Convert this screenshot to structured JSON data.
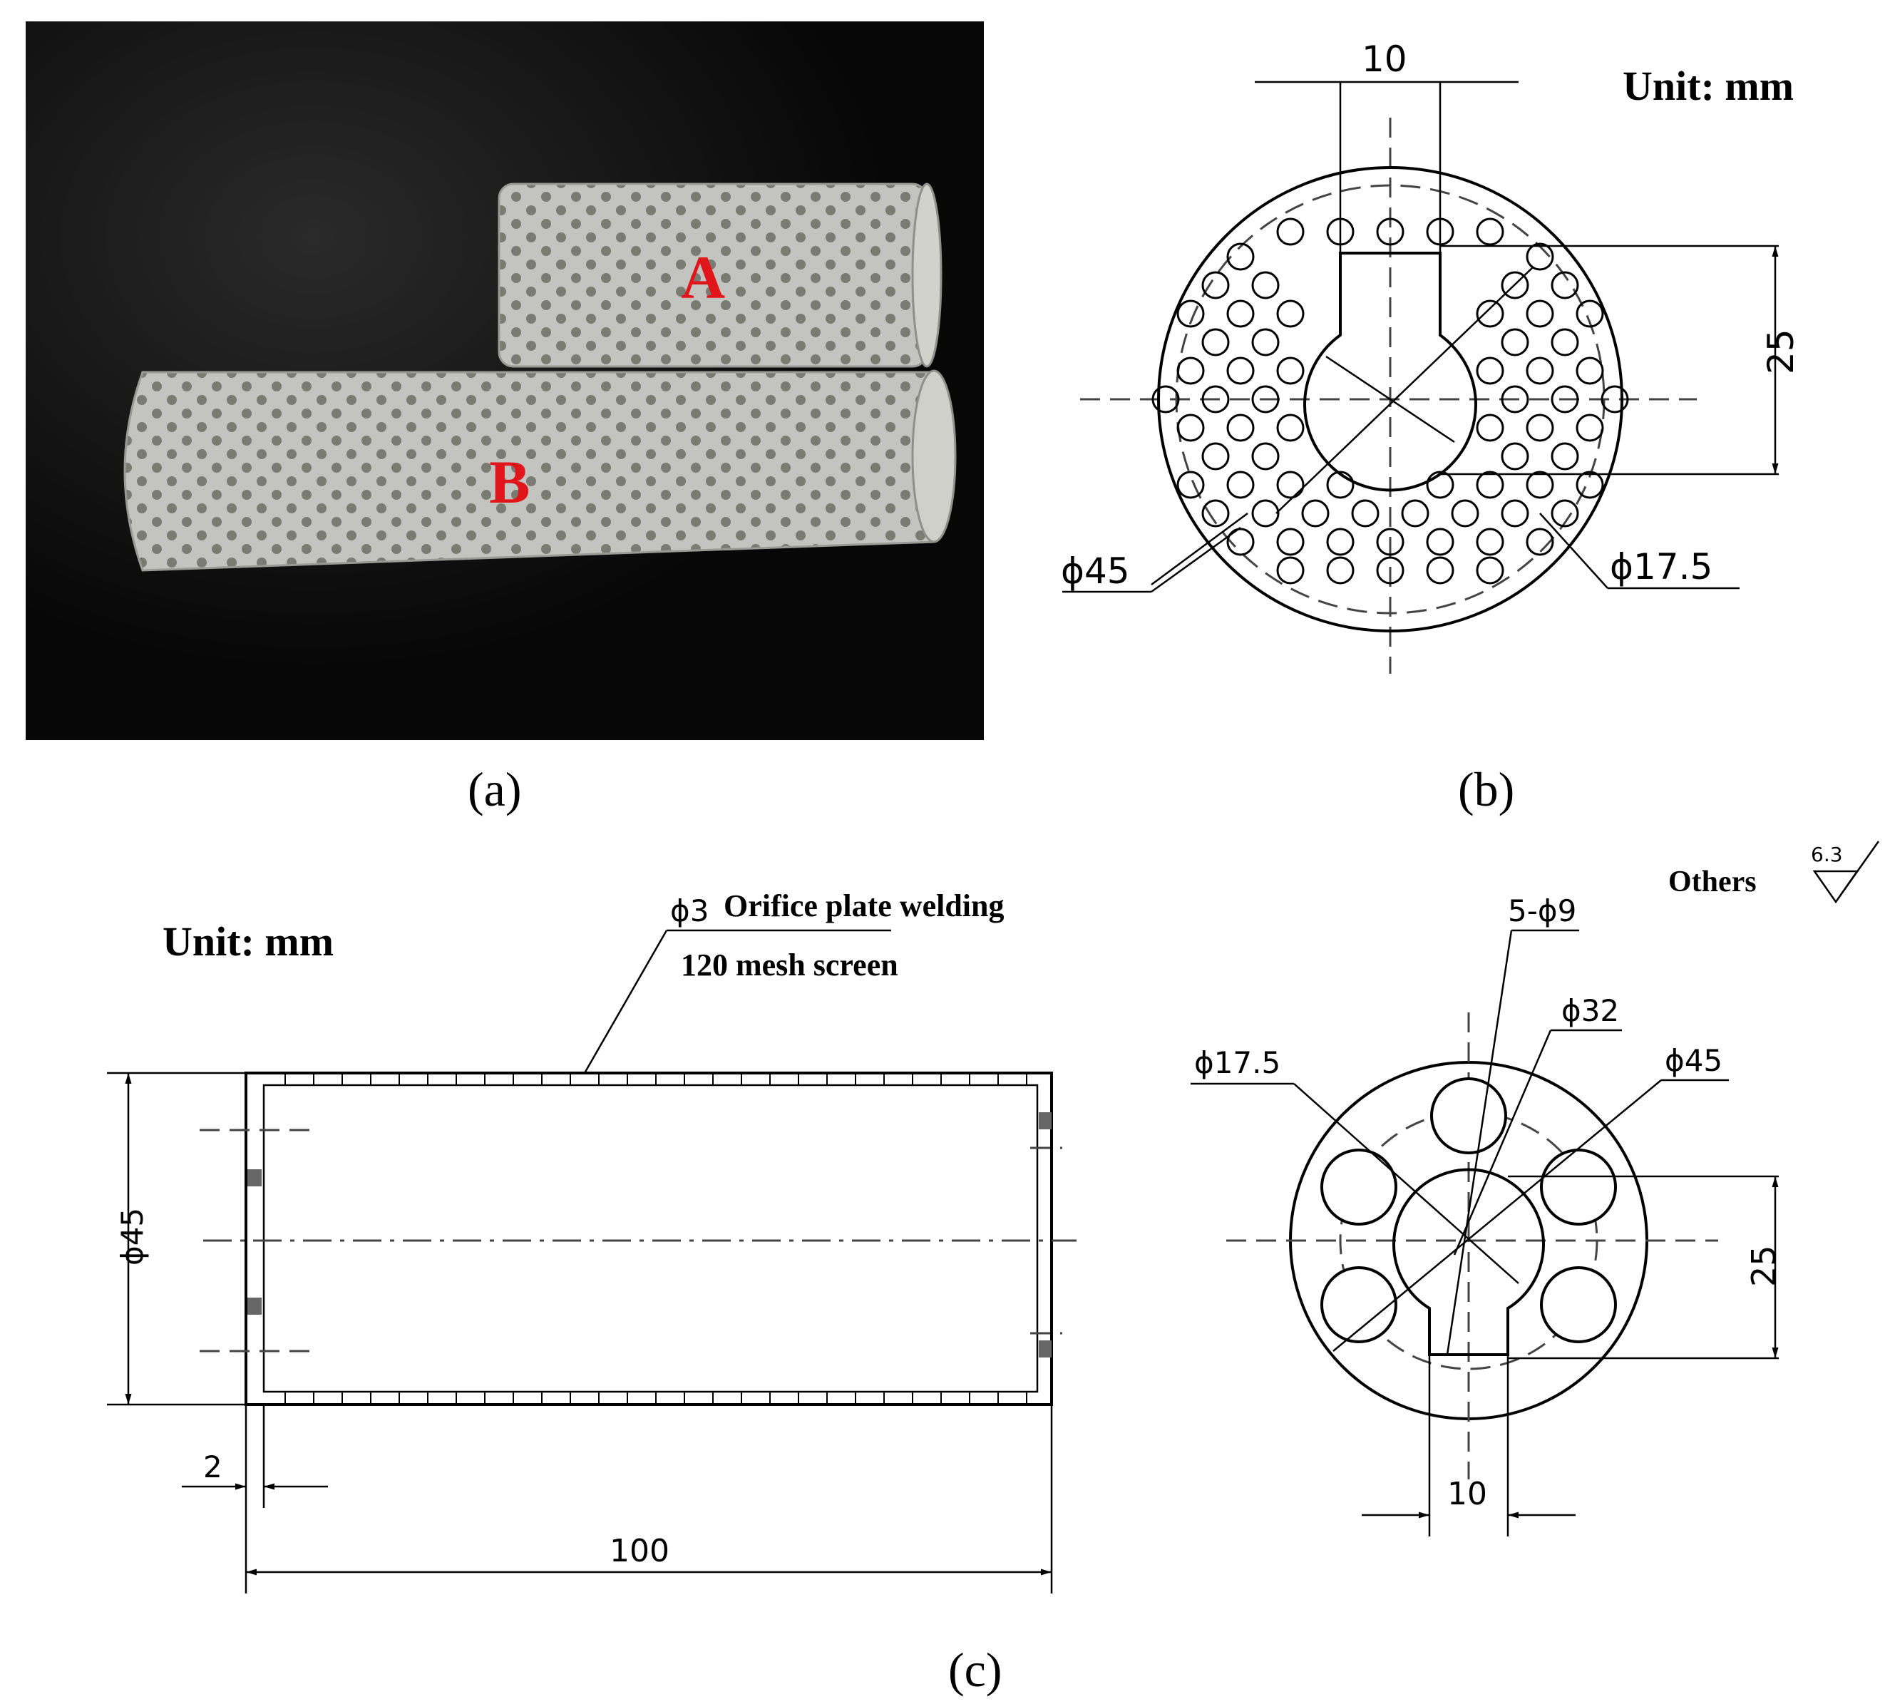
{
  "panel_a": {
    "caption": "(a)",
    "label_a": "A",
    "label_b": "B"
  },
  "panel_b": {
    "caption": "(b)",
    "unit": "Unit: mm",
    "dim_top": "10",
    "dim_right": "25",
    "dim_outer": "ϕ45",
    "dim_inner": "ϕ17.5"
  },
  "panel_c": {
    "caption": "(c)",
    "unit": "Unit: mm",
    "note_line1": "Orifice plate welding",
    "note_line2": "120 mesh screen",
    "note_hole": "ϕ3",
    "dim_diameter": "ϕ45",
    "dim_wall": "2",
    "dim_length": "100",
    "surface_note": "Others",
    "surface_value": "6.3",
    "dim_holes": "5-ϕ9",
    "dim_pitch": "ϕ32",
    "dim_outer": "ϕ45",
    "dim_inner": "ϕ17.5",
    "dim_right": "25",
    "dim_bottom": "10"
  },
  "colors": {
    "photo_background": "#0b0b0b",
    "label_red": "#e0161b",
    "tube_gray": "#b9bbb6"
  }
}
